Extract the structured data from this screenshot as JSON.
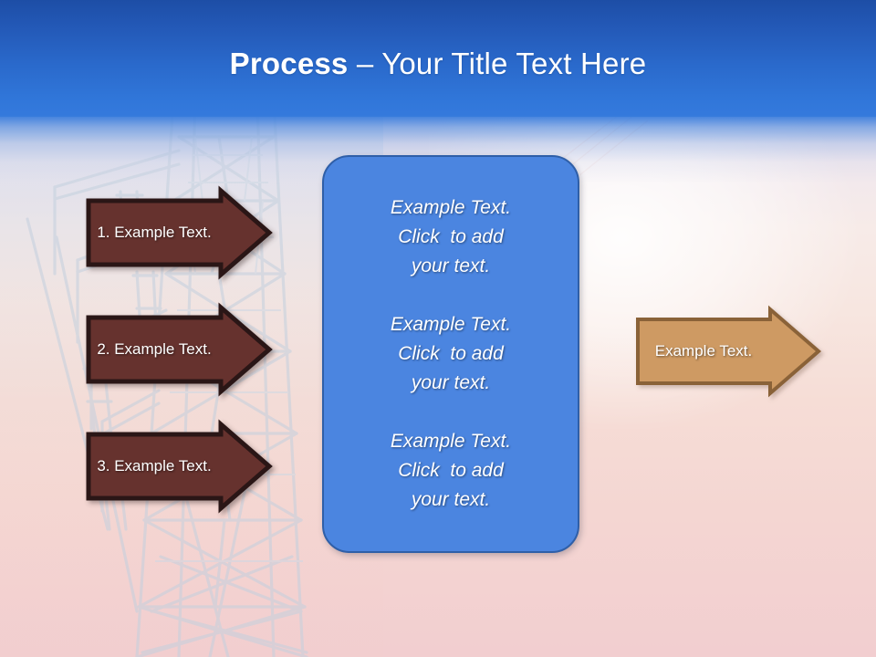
{
  "slide": {
    "title": {
      "bold_part": "Process",
      "separator": " – ",
      "regular_part": "Your Title Text Here",
      "full": "Process – Your Title Text Here"
    },
    "background": {
      "watermark_icon": "transmission-tower-watermark",
      "wires_icon": "power-lines-watermark",
      "header_top_color": "#1d4ea6",
      "header_bottom_color": "#3479dc",
      "page_bottom_color": "#f2ced0"
    }
  },
  "left_arrows": {
    "fill_color": "#66302f",
    "border_color": "#2a1412",
    "items": [
      {
        "label": "1. Example Text.",
        "icon": "right-arrow-shape"
      },
      {
        "label": "2. Example Text.",
        "icon": "right-arrow-shape"
      },
      {
        "label": "3. Example Text.",
        "icon": "right-arrow-shape"
      }
    ]
  },
  "blue_box": {
    "fill_color": "#4b85e0",
    "border_color": "#2f5fa8",
    "paragraphs": [
      {
        "line1": "Example Text.",
        "line2": "Click  to add",
        "line3": "your text."
      },
      {
        "line1": "Example Text.",
        "line2": "Click  to add",
        "line3": "your text."
      },
      {
        "line1": "Example Text.",
        "line2": "Click  to add",
        "line3": "your text."
      }
    ]
  },
  "right_arrow": {
    "label": "Example Text.",
    "icon": "right-arrow-shape",
    "fill_color": "#ce9a63",
    "border_color": "#8a6239"
  }
}
